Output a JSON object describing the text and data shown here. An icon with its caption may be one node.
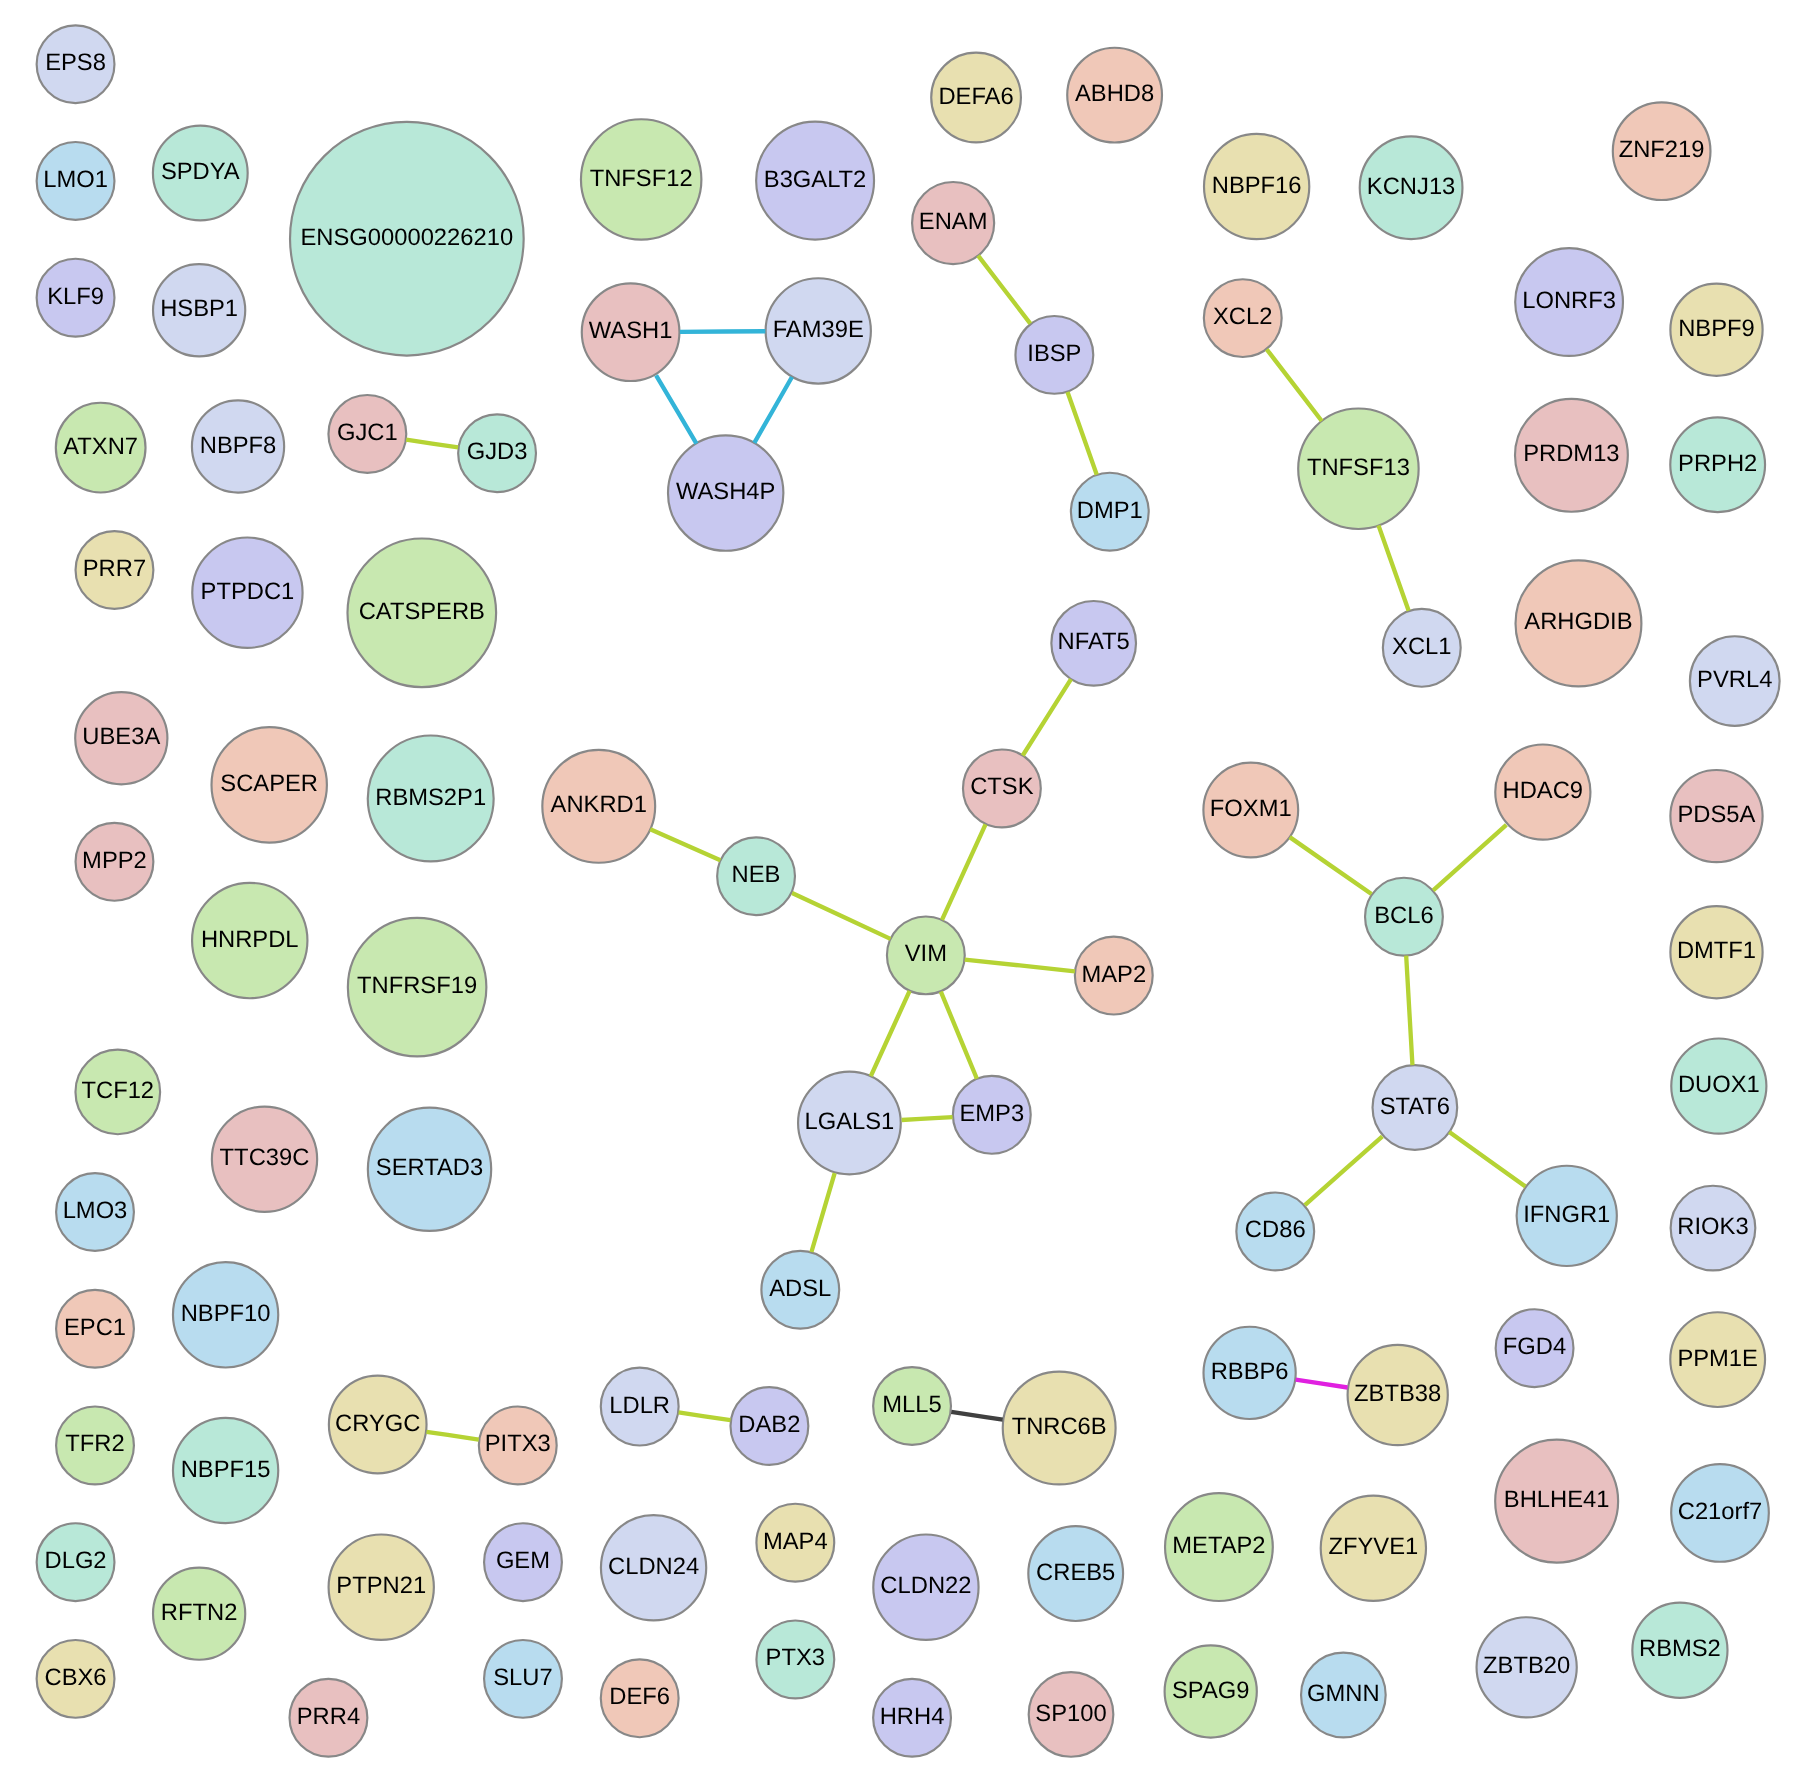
{
  "diagram": {
    "nodes": [
      {
        "text": [
          "FGD4"
        ]
      },
      {
        "text": [
          "RBMS2P1"
        ]
      },
      {
        "text": [
          "TNFRSF19"
        ]
      },
      {
        "text": [
          "CREB5"
        ]
      },
      {
        "text": [
          "MAP4"
        ]
      },
      {
        "text": [
          "ZNF219"
        ]
      },
      {
        "text": [
          "PRDM13"
        ]
      },
      {
        "text": [
          "NBPF8"
        ]
      },
      {
        "text": [
          "LONRF3"
        ]
      },
      {
        "text": [
          "SPDYA"
        ]
      },
      {
        "text": [
          "METAP2"
        ]
      },
      {
        "text": [
          "SERTAD3"
        ]
      },
      {
        "text": [
          "ZFYVE1"
        ]
      },
      {
        "text": [
          "SCAPER"
        ]
      },
      {
        "text": [
          "TTC39C"
        ]
      },
      {
        "text": [
          "HSBP1"
        ]
      },
      {
        "text": [
          "GEM"
        ]
      },
      {
        "text": [
          "PTX3"
        ]
      },
      {
        "text": [
          "RFTN2"
        ]
      },
      {
        "text": [
          "SLU7"
        ]
      },
      {
        "text": [
          "PRR7"
        ]
      },
      {
        "text": [
          "ANKRD1"
        ]
      },
      {
        "text": [
          "MPP2"
        ]
      },
      {
        "text": [
          "ZBTB20"
        ]
      },
      {
        "text": [
          "PTPDC1"
        ]
      },
      {
        "text": [
          "RBMS2"
        ]
      },
      {
        "text": [
          "SPAG9"
        ]
      },
      {
        "text": [
          "RBBP6"
        ]
      },
      {
        "text": [
          "ZBTB38"
        ]
      },
      {
        "text": [
          "DEF6"
        ]
      },
      {
        "text": [
          "BHLHE41"
        ]
      },
      {
        "text": [
          "LDLR"
        ]
      },
      {
        "text": [
          "DAB2"
        ]
      },
      {
        "text": [
          "ENSG00000226210"
        ]
      },
      {
        "text": [
          "HNRPDL"
        ]
      },
      {
        "text": [
          "GMNN"
        ]
      },
      {
        "text": [
          "CRYGC"
        ]
      },
      {
        "text": [
          "PITX3"
        ]
      },
      {
        "text": [
          "WASH1"
        ]
      },
      {
        "text": [
          "CLDN24"
        ]
      },
      {
        "text": [
          "HRH4"
        ]
      },
      {
        "text": [
          "NEB"
        ]
      },
      {
        "text": [
          "MLL5"
        ]
      },
      {
        "text": [
          "LMO3"
        ]
      },
      {
        "text": [
          "TNRC6B"
        ]
      },
      {
        "text": [
          "MAP2"
        ]
      },
      {
        "text": [
          "GJC1"
        ]
      },
      {
        "text": [
          "FAM39E"
        ]
      },
      {
        "text": [
          "WASH4P"
        ]
      },
      {
        "text": [
          "GJD3"
        ]
      },
      {
        "text": [
          "VIM"
        ]
      },
      {
        "text": [
          "C21orf7"
        ]
      },
      {
        "text": [
          "PPM1E"
        ]
      },
      {
        "text": [
          "EPC1"
        ]
      },
      {
        "text": [
          "CTSK"
        ]
      },
      {
        "text": [
          "RIOK3"
        ]
      },
      {
        "text": [
          "NFAT5"
        ]
      },
      {
        "text": [
          "DUOX1"
        ]
      },
      {
        "text": [
          "CATSPERB"
        ]
      },
      {
        "text": [
          "CD86"
        ]
      },
      {
        "text": [
          "DMTF1"
        ]
      },
      {
        "text": [
          "XCL2"
        ]
      },
      {
        "text": [
          "PDS5A"
        ]
      },
      {
        "text": [
          "LGALS1"
        ]
      },
      {
        "text": [
          "EMP3"
        ]
      },
      {
        "text": [
          "PRPH2"
        ]
      },
      {
        "text": [
          "TFR2"
        ]
      },
      {
        "text": [
          "IFNGR1"
        ]
      },
      {
        "text": [
          "NBPF9"
        ]
      },
      {
        "text": [
          "ARHGDIB"
        ]
      },
      {
        "text": [
          "PRR4"
        ]
      },
      {
        "text": [
          "STAT6"
        ]
      },
      {
        "text": [
          "CLDN22"
        ]
      },
      {
        "text": [
          "KCNJ13"
        ]
      },
      {
        "text": [
          "TNFSF13"
        ]
      },
      {
        "text": [
          "ADSL"
        ]
      },
      {
        "text": [
          "NBPF16"
        ]
      },
      {
        "text": [
          "ABHD8"
        ]
      },
      {
        "text": [
          "ENAM"
        ]
      },
      {
        "text": [
          "EPS8"
        ]
      },
      {
        "text": [
          "B3GALT2"
        ]
      },
      {
        "text": [
          "BCL6"
        ]
      },
      {
        "text": [
          "TNFSF12"
        ]
      },
      {
        "text": [
          "NBPF10"
        ]
      },
      {
        "text": [
          "DEFA6"
        ]
      },
      {
        "text": [
          "HDAC9"
        ]
      },
      {
        "text": [
          "UBE3A"
        ]
      },
      {
        "text": [
          "XCL1"
        ]
      },
      {
        "text": [
          "IBSP"
        ]
      },
      {
        "text": [
          "NBPF15"
        ]
      },
      {
        "text": [
          "TCF12"
        ]
      },
      {
        "text": [
          "LMO1"
        ]
      },
      {
        "text": [
          "PTPN21"
        ]
      },
      {
        "text": [
          "FOXM1"
        ]
      },
      {
        "text": [
          "SP100"
        ]
      },
      {
        "text": [
          "PVRL4"
        ]
      },
      {
        "text": [
          "KLF9"
        ]
      },
      {
        "text": [
          "DLG2"
        ]
      },
      {
        "text": [
          "ATXN7"
        ]
      },
      {
        "text": [
          "DMP1"
        ]
      },
      {
        "text": [
          "CBX6"
        ]
      }
    ],
    "edges": [
      {
        "from": 21,
        "to": 41,
        "arrow": "none"
      },
      {
        "from": 41,
        "to": 50,
        "arrow": "none"
      },
      {
        "from": 45,
        "to": 50,
        "arrow": "none"
      },
      {
        "from": 50,
        "to": 54,
        "arrow": "none"
      },
      {
        "from": 54,
        "to": 56,
        "arrow": "none"
      },
      {
        "from": 50,
        "to": 63,
        "arrow": "none"
      },
      {
        "from": 50,
        "to": 64,
        "arrow": "none"
      },
      {
        "from": 63,
        "to": 64,
        "arrow": "none"
      },
      {
        "from": 63,
        "to": 75,
        "arrow": "none"
      },
      {
        "from": 61,
        "to": 74,
        "arrow": "none"
      },
      {
        "from": 74,
        "to": 87,
        "arrow": "none"
      },
      {
        "from": 32,
        "to": 31,
        "arrow": "none"
      },
      {
        "from": 37,
        "to": 36,
        "arrow": "none"
      },
      {
        "from": 44,
        "to": 42,
        "arrow": "none",
        "color": "#404040"
      },
      {
        "from": 49,
        "to": 46,
        "arrow": "none"
      },
      {
        "from": 28,
        "to": 27,
        "arrow": "none",
        "color": "#e020e0"
      },
      {
        "from": 38,
        "to": 47,
        "arrow": "none",
        "color": "#33b4d8"
      },
      {
        "from": 38,
        "to": 48,
        "arrow": "none",
        "color": "#33b4d8"
      },
      {
        "from": 47,
        "to": 48,
        "arrow": "none",
        "color": "#33b4d8"
      },
      {
        "from": 59,
        "to": 71,
        "arrow": "none"
      },
      {
        "from": 71,
        "to": 67,
        "arrow": "none"
      },
      {
        "from": 71,
        "to": 81,
        "arrow": "none"
      },
      {
        "from": 85,
        "to": 81,
        "arrow": "none"
      },
      {
        "from": 81,
        "to": 93,
        "arrow": "none"
      },
      {
        "from": 78,
        "to": 88,
        "arrow": "none"
      },
      {
        "from": 88,
        "to": 99,
        "arrow": "none"
      }
    ]
  }
}
